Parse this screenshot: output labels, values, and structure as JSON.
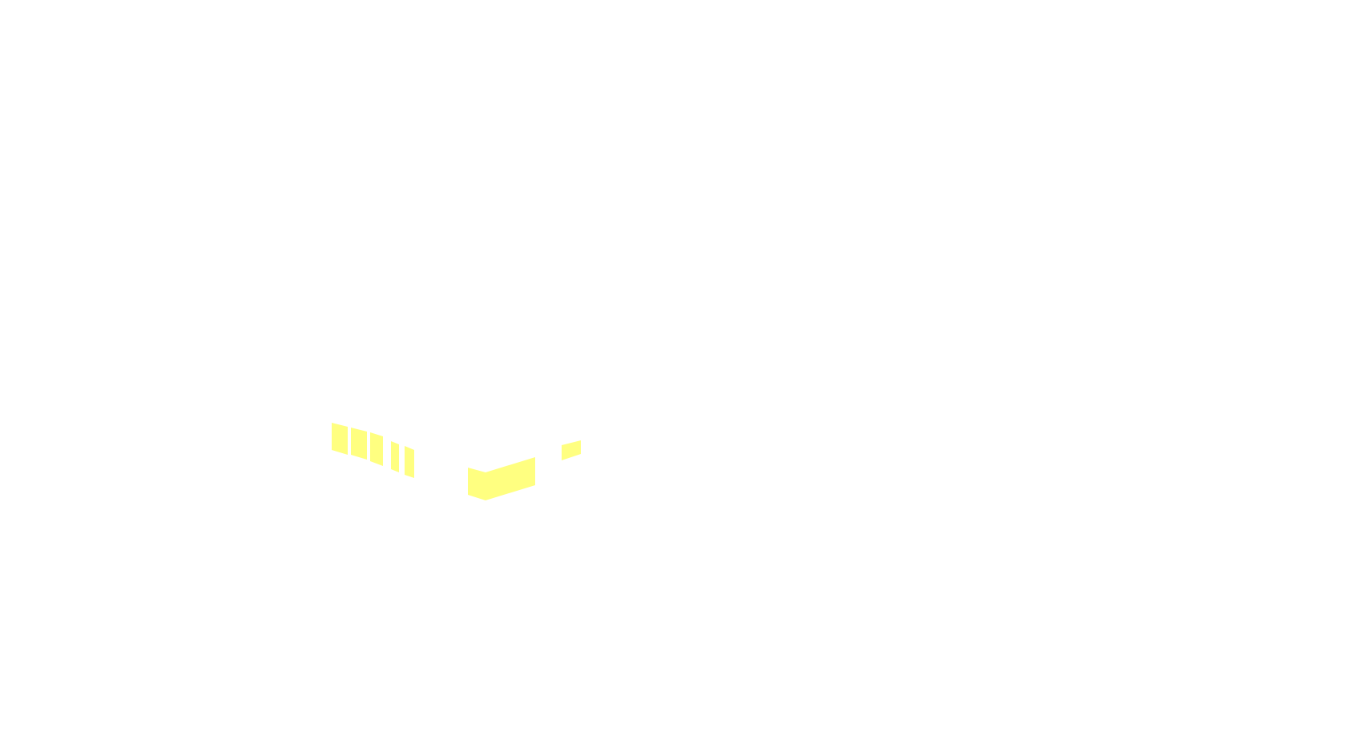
{
  "scene": {
    "background": "#ffffff",
    "fragment_color": "#ffff80",
    "fragment_groups": [
      "left-strips",
      "center-chevron",
      "right-fragment"
    ]
  }
}
